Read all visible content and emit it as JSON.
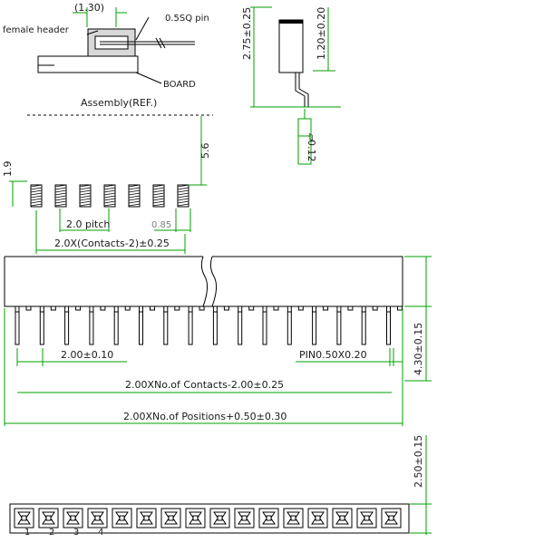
{
  "assembly": {
    "title": "Assembly(REF.)",
    "dim_top": "(1.30)",
    "label_female_header": "female header",
    "label_pin": "0.5SQ pin",
    "label_board": "BOARD"
  },
  "side_view": {
    "dim_height_total": "2.75±0.25",
    "dim_height_body": "1.20±0.20",
    "dim_flatness": "0.12",
    "flatness_symbol": "▱"
  },
  "footprint": {
    "dim_row_offset": "1.9",
    "dim_height": "5.6",
    "dim_pitch": "2.0 pitch",
    "dim_pad": "0.85",
    "dim_span": "2.0X(Contacts-2)±0.25",
    "pad_count": 7
  },
  "front_view": {
    "dim_pitch": "2.00±0.10",
    "dim_pin": "PIN0.50X0.20",
    "dim_contacts": "2.00XNo.of Contacts-2.00±0.25",
    "dim_positions": "2.00XNo.of Positions+0.50±0.30",
    "dim_pin_len": "4.30±0.15"
  },
  "top_view": {
    "dim_width": "2.50±0.15",
    "numbers": [
      "1",
      "2",
      "3",
      "4"
    ]
  }
}
